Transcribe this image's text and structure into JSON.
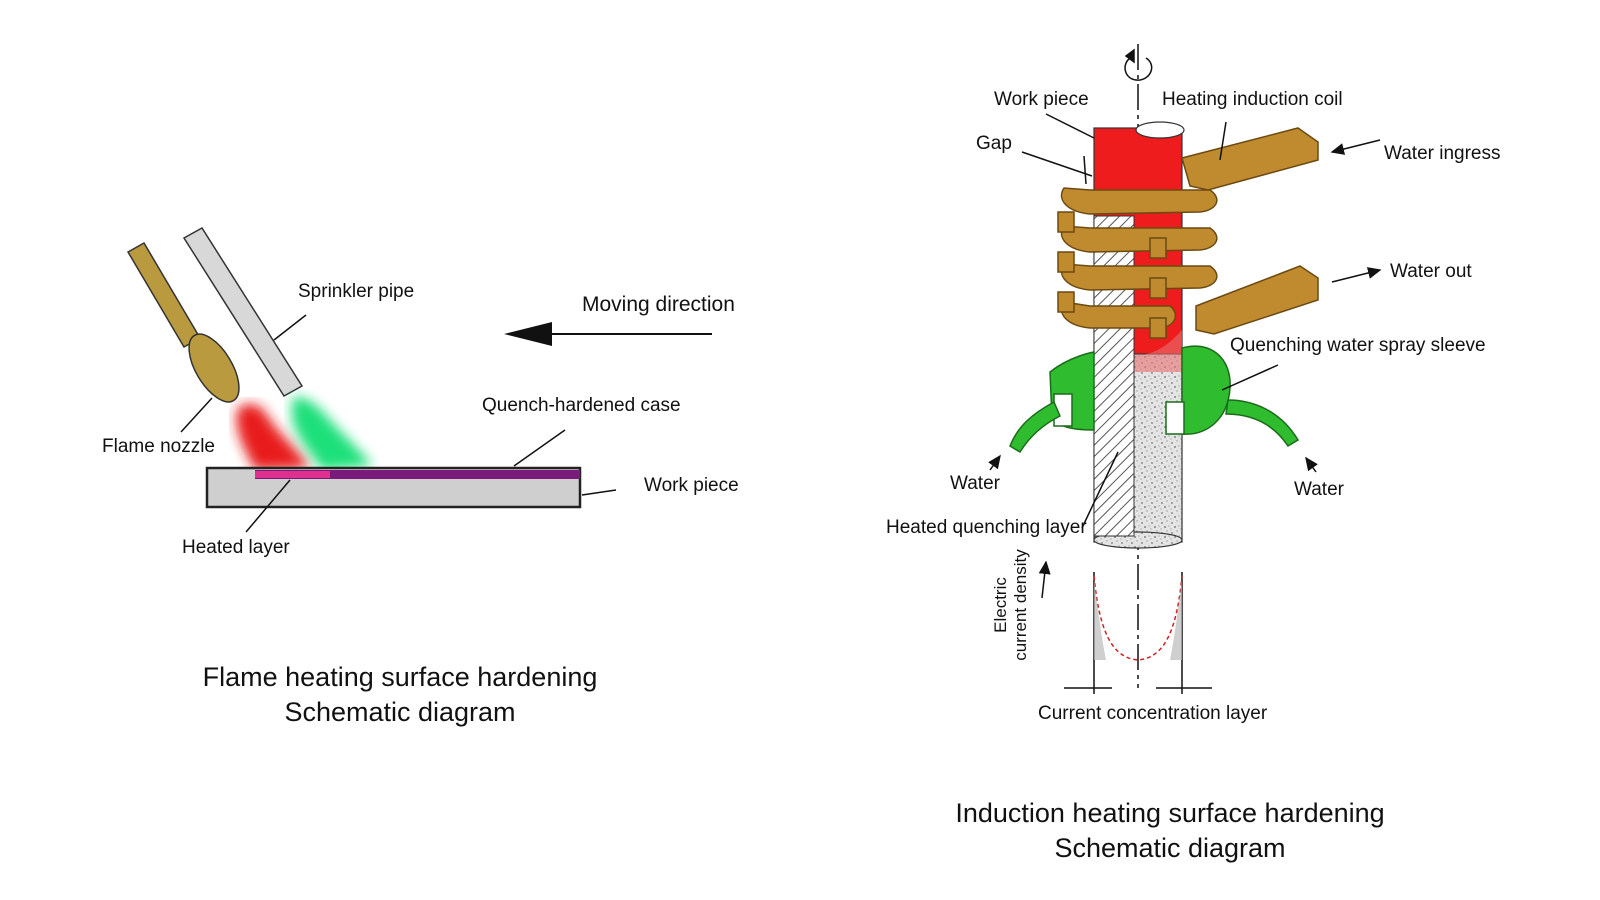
{
  "flame_diagram": {
    "labels": {
      "sprinkler_pipe": "Sprinkler pipe",
      "moving_direction": "Moving direction",
      "flame_nozzle": "Flame nozzle",
      "quench_hardened_case": "Quench-hardened case",
      "work_piece": "Work piece",
      "heated_layer": "Heated layer"
    },
    "caption": {
      "line1": "Flame heating surface hardening",
      "line2": "Schematic diagram"
    }
  },
  "induction_diagram": {
    "labels": {
      "work_piece": "Work piece",
      "heating_induction_coil": "Heating induction coil",
      "gap": "Gap",
      "water_ingress": "Water ingress",
      "water_out": "Water out",
      "quenching_water_spray_sleeve": "Quenching water spray sleeve",
      "water_left": "Water",
      "water_right": "Water",
      "heated_quenching_layer": "Heated quenching layer",
      "electric_current_density_line1": "Electric",
      "electric_current_density_line2": "current density",
      "current_concentration_layer": "Current concentration layer"
    },
    "caption": {
      "line1": "Induction heating surface hardening",
      "line2": "Schematic diagram"
    }
  },
  "colors": {
    "flame": "#e81b1b",
    "quench_spray": "#1fe07a",
    "nozzle": "#b99a3f",
    "pipe": "#d8d8d8",
    "case": "#7a1a7a",
    "coil": "#c08a2e",
    "sleeve": "#2fbd2f",
    "workpiece_hot": "#ee1c1c"
  }
}
